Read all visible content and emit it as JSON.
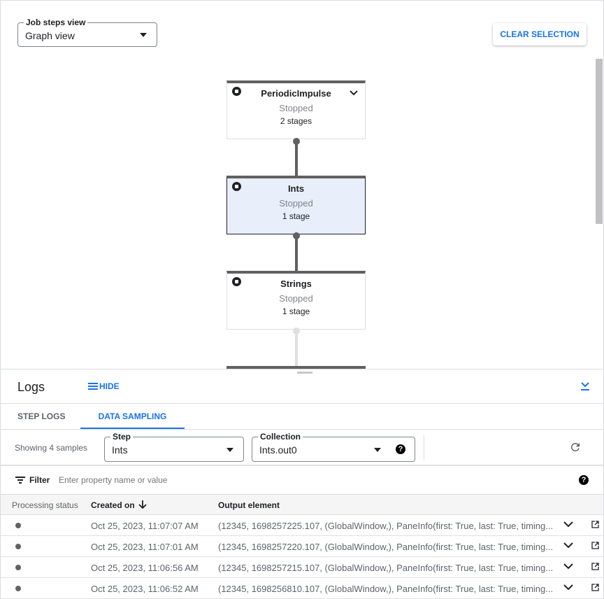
{
  "graph": {
    "view_select": {
      "label": "Job steps view",
      "value": "Graph view"
    },
    "clear_selection": "CLEAR SELECTION",
    "nodes": [
      {
        "name": "PeriodicImpulse",
        "status": "Stopped",
        "stages": "2 stages",
        "expandable": true
      },
      {
        "name": "Ints",
        "status": "Stopped",
        "stages": "1 stage",
        "selected": true
      },
      {
        "name": "Strings",
        "status": "Stopped",
        "stages": "1 stage"
      }
    ]
  },
  "logs": {
    "title": "Logs",
    "hide": "HIDE",
    "tabs": [
      {
        "label": "STEP LOGS"
      },
      {
        "label": "DATA SAMPLING",
        "active": true
      }
    ],
    "showing": "Showing 4 samples",
    "step": {
      "label": "Step",
      "value": "Ints"
    },
    "collection": {
      "label": "Collection",
      "value": "Ints.out0"
    },
    "filter": {
      "label": "Filter",
      "placeholder": "Enter property name or value"
    },
    "columns": [
      "Processing status",
      "Created on",
      "Output element"
    ],
    "rows": [
      {
        "created": "Oct 25, 2023, 11:07:07 AM",
        "output": "(12345, 1698257225.107, (GlobalWindow,), PaneInfo(first: True, last: True, timing..."
      },
      {
        "created": "Oct 25, 2023, 11:07:01 AM",
        "output": "(12345, 1698257220.107, (GlobalWindow,), PaneInfo(first: True, last: True, timing..."
      },
      {
        "created": "Oct 25, 2023, 11:06:56 AM",
        "output": "(12345, 1698257215.107, (GlobalWindow,), PaneInfo(first: True, last: True, timing..."
      },
      {
        "created": "Oct 25, 2023, 11:06:52 AM",
        "output": "(12345, 1698256810.107, (GlobalWindow,), PaneInfo(first: True, last: True, timing..."
      }
    ]
  },
  "colors": {
    "accent": "#1a73e8",
    "selected_node": "#e8eefa",
    "edge": "#616161"
  }
}
